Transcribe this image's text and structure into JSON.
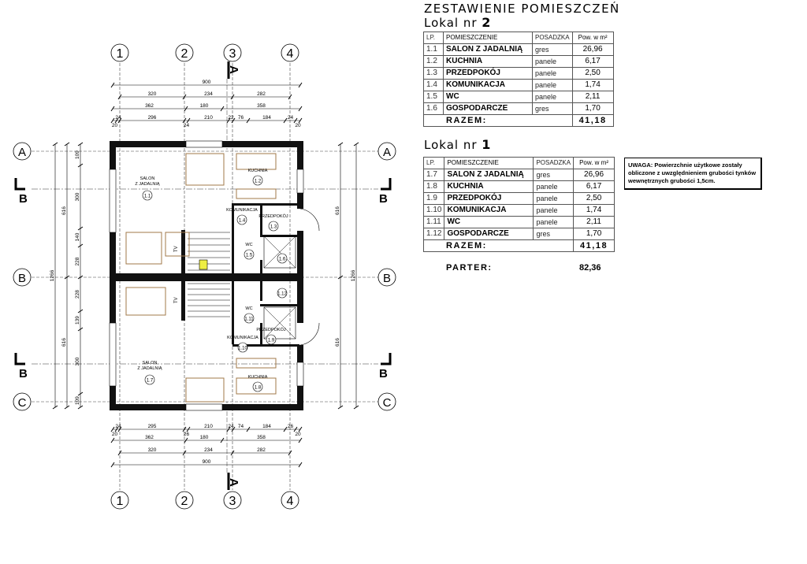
{
  "header": {
    "title": "ZESTAWIENIE POMIESZCZEŃ",
    "lokal_label": "Lokal nr"
  },
  "columns": {
    "lp": "LP.",
    "name": "POMIESZCZENIE",
    "floor": "POSADZKA",
    "area": "Pow. w m²"
  },
  "lokal2": {
    "number": "2",
    "rows": [
      {
        "lp": "1.1",
        "name": "SALON Z JADALNIĄ",
        "floor": "gres",
        "area": "26,96"
      },
      {
        "lp": "1.2",
        "name": "KUCHNIA",
        "floor": "panele",
        "area": "6,17"
      },
      {
        "lp": "1.3",
        "name": "PRZEDPOKÓJ",
        "floor": "panele",
        "area": "2,50"
      },
      {
        "lp": "1.4",
        "name": "KOMUNIKACJA",
        "floor": "panele",
        "area": "1,74"
      },
      {
        "lp": "1.5",
        "name": "WC",
        "floor": "panele",
        "area": "2,11"
      },
      {
        "lp": "1.6",
        "name": "GOSPODARCZE",
        "floor": "gres",
        "area": "1,70"
      }
    ],
    "total_label": "RAZEM:",
    "total": "41,18"
  },
  "lokal1": {
    "number": "1",
    "rows": [
      {
        "lp": "1.7",
        "name": "SALON Z JADALNIĄ",
        "floor": "gres",
        "area": "26,96"
      },
      {
        "lp": "1.8",
        "name": "KUCHNIA",
        "floor": "panele",
        "area": "6,17"
      },
      {
        "lp": "1.9",
        "name": "PRZEDPOKÓJ",
        "floor": "panele",
        "area": "2,50"
      },
      {
        "lp": "1.10",
        "name": "KOMUNIKACJA",
        "floor": "panele",
        "area": "1,74"
      },
      {
        "lp": "1.11",
        "name": "WC",
        "floor": "panele",
        "area": "2,11"
      },
      {
        "lp": "1.12",
        "name": "GOSPODARCZE",
        "floor": "gres",
        "area": "1,70"
      }
    ],
    "total_label": "RAZEM:",
    "total": "41,18"
  },
  "summary": {
    "label": "PARTER:",
    "value": "82,36"
  },
  "note": "UWAGA: Powierzchnie użytkowe zostały obliczone z uwzględnieniem grubości tynków wewnętrznych grubości 1,5cm.",
  "plan": {
    "grid_x": [
      "1",
      "2",
      "3",
      "4"
    ],
    "grid_y": [
      "A",
      "B",
      "C"
    ],
    "section_a": "A",
    "section_b": "B",
    "dims_top": {
      "total": "900",
      "axes": [
        "320",
        "234",
        "282"
      ],
      "openings": [
        "362",
        "180",
        "358"
      ],
      "detail": [
        "20",
        "24",
        "296",
        "24",
        "210",
        "22",
        "76",
        "184",
        "24",
        "20"
      ]
    },
    "dims_bottom": {
      "detail": [
        "20",
        "24",
        "295",
        "26",
        "210",
        "24",
        "74",
        "184",
        "26",
        "20"
      ],
      "openings": [
        "362",
        "180",
        "358"
      ],
      "axes": [
        "320",
        "234",
        "282"
      ],
      "total": "900"
    },
    "dims_left": {
      "total": "1266",
      "halves": [
        "616",
        "616"
      ],
      "inner": [
        "109",
        "300",
        "140",
        "228",
        "228",
        "139",
        "300",
        "109"
      ]
    },
    "dims_right": {
      "total": "1266",
      "halves": [
        "616",
        "616"
      ]
    },
    "rooms": [
      {
        "name": "SALON",
        "name2": "Z JADALNIĄ",
        "num": "1.1"
      },
      {
        "name": "KUCHNIA",
        "name2": "",
        "num": "1.2"
      },
      {
        "name": "PRZEDPOKÓJ",
        "name2": "",
        "num": "1.3"
      },
      {
        "name": "KOMUNIKACJA",
        "name2": "",
        "num": "1.4"
      },
      {
        "name": "WC",
        "name2": "",
        "num": "1.5"
      },
      {
        "name": "",
        "name2": "",
        "num": "1.6"
      },
      {
        "name": "SALON",
        "name2": "Z JADALNIĄ",
        "num": "1.7"
      },
      {
        "name": "KUCHNIA",
        "name2": "",
        "num": "1.8"
      },
      {
        "name": "PRZEDPOKÓJ",
        "name2": "",
        "num": "1.9"
      },
      {
        "name": "KOMUNIKACJA",
        "name2": "",
        "num": "1.10"
      },
      {
        "name": "WC",
        "name2": "",
        "num": "1.11"
      },
      {
        "name": "",
        "name2": "",
        "num": "1.12"
      }
    ],
    "tv_label": "TV"
  },
  "colors": {
    "wall": "#111111",
    "furniture": "#a0784a",
    "line": "#000000"
  }
}
